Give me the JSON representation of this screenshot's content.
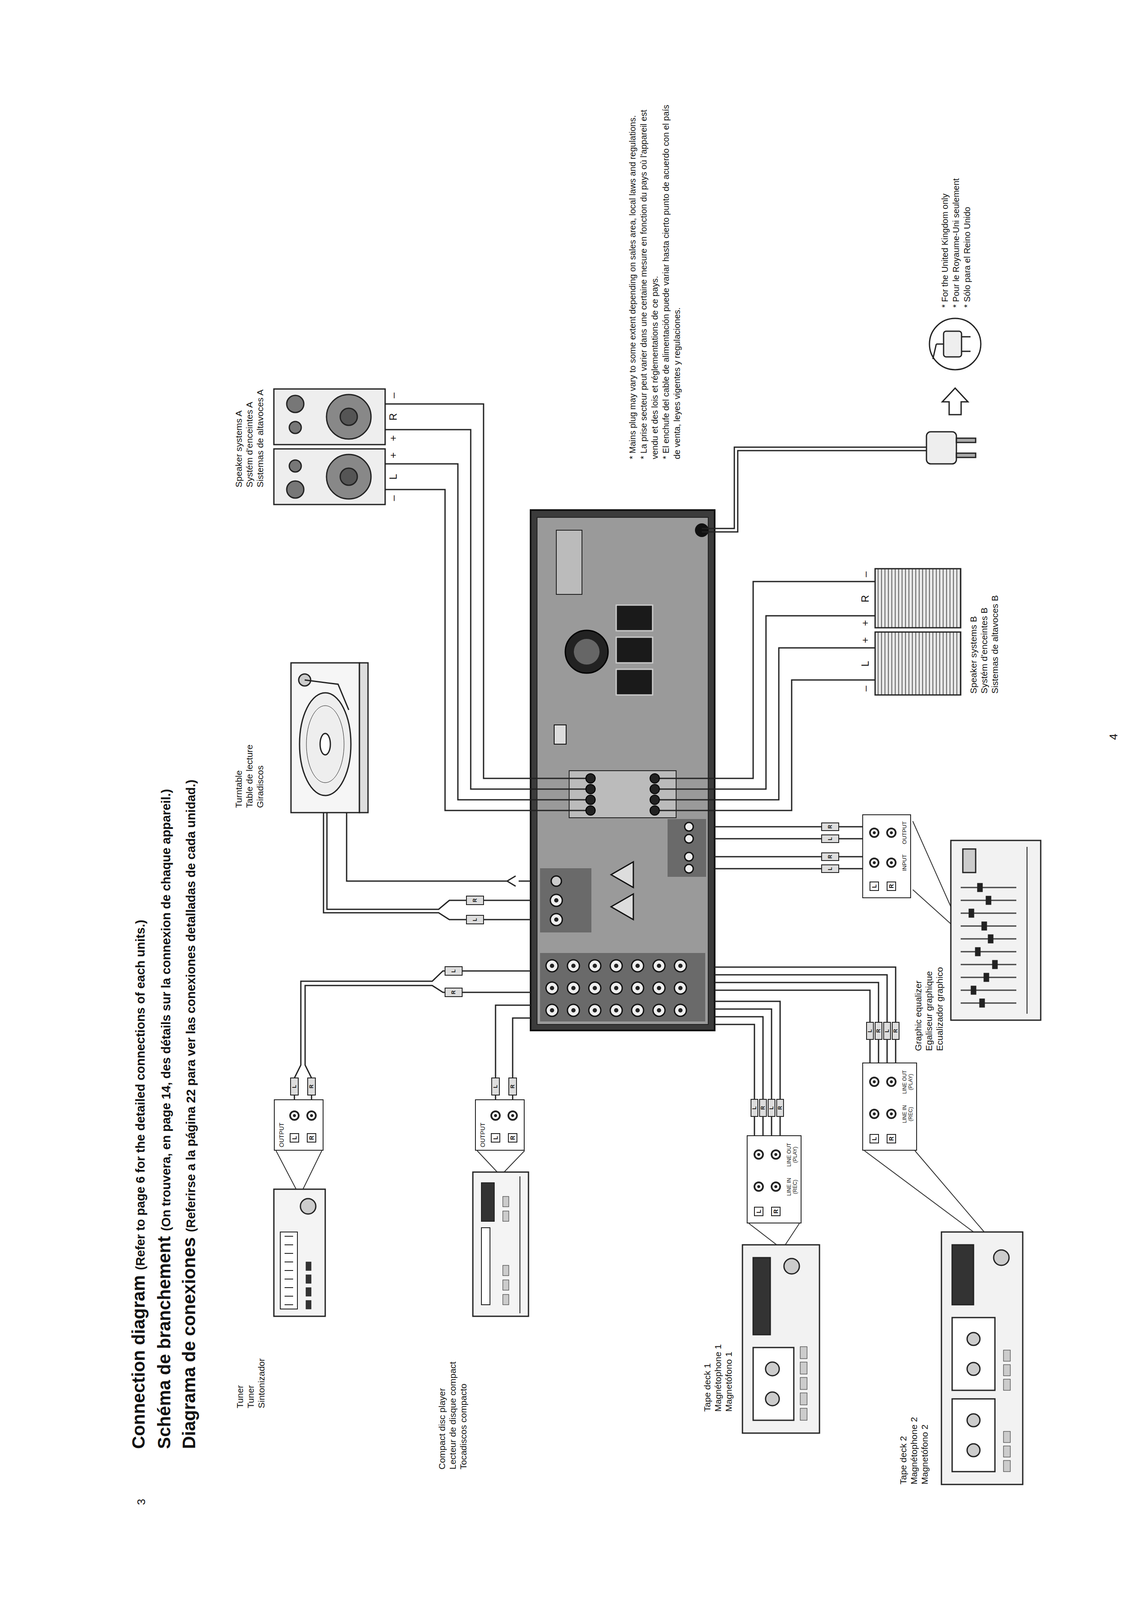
{
  "diagram": {
    "title": "Connection diagram",
    "nodes": [
      {
        "text": [
          "OUTPUT",
          "L",
          "R"
        ]
      },
      {
        "text": [
          "OUTPUT",
          "L",
          "R"
        ]
      },
      {
        "text": [
          "L",
          "R",
          "LINE IN (REC)",
          "LINE OUT (PLAY)"
        ]
      },
      {
        "text": [
          "L",
          "R",
          "LINE IN (REC)",
          "LINE OUT (PLAY)"
        ]
      },
      {
        "text": [
          "L",
          "R",
          "INPUT",
          "OUTPUT"
        ]
      }
    ],
    "labels": [
      "(Refer to page 6 for the detailed connections of each units.)",
      "Schéma de branchement",
      "(On trouvera, en page 14, des détails sur la connexion de chaque appareil.)",
      "Diagrama de conexiones",
      "(Referirse a la página 22 para ver las conexiones detalladas de cada unidad.)",
      "Tuner",
      "Tuner",
      "Sintonizador",
      "Compact disc player",
      "Lecteur de disque compact",
      "Tocadiscos compacto",
      "Tape deck 1",
      "Magnétophone 1",
      "Magnetófono 1",
      "Tape deck 2",
      "Magnétophone 2",
      "Magnetófono 2",
      "Turntable",
      "Table de lecture",
      "Giradiscos",
      "Graphic equalizer",
      "Egaliseur graphique",
      "Ecualizador graphico",
      "Speaker systems A",
      "Systém d'enceintes A",
      "Sistemas de altavoces A",
      "Speaker systems B",
      "Systém d'enceintes B",
      "Sistemas de altavoces B",
      "–",
      "L",
      "+",
      "+",
      "R",
      "–",
      "–",
      "L",
      "+",
      "+",
      "R",
      "–",
      "* Mains plug may vary to some extent depending on sales area, local laws and regulations.",
      "* La prise secteur peut varier dans une certaine mesure en fonction du pays où l'appareil est vendu et des lois et réglementations de ce pays.",
      "* El enchufe del cable de alimentación puede variar hasta cierto punto de acuerdo con el país de venta, leyes vigentes y regulaciones.",
      "* For the United Kingdom only",
      "* Pour le Royaume-Uni seulement",
      "* Sólo para el Reino Unido",
      "3",
      "4",
      "L",
      "R",
      "L",
      "R",
      "L",
      "R",
      "L",
      "R",
      "L",
      "R",
      "L",
      "R",
      "L",
      "R",
      "L",
      "R",
      "L",
      "R",
      "L",
      "R"
    ]
  }
}
